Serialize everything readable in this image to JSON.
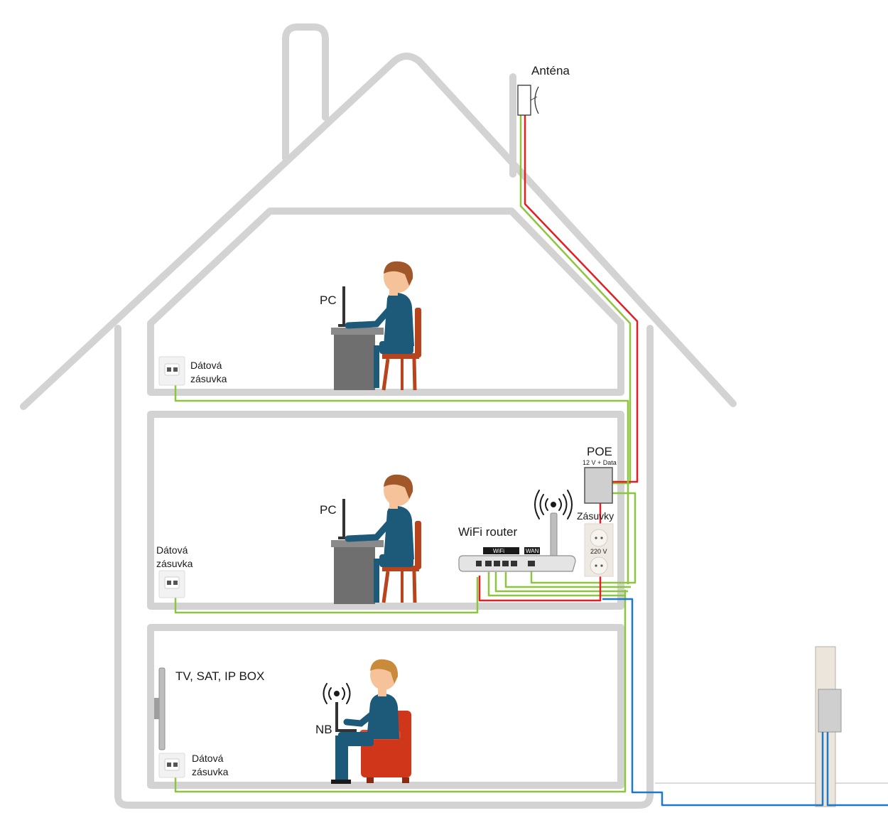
{
  "labels": {
    "antenna": "Anténa",
    "pc_top": "PC",
    "pc_middle": "PC",
    "socket_top": [
      "Dátová",
      "zásuvka"
    ],
    "socket_middle": [
      "Dátová",
      "zásuvka"
    ],
    "socket_bottom": [
      "Dátová",
      "zásuvka"
    ],
    "poe": "POE",
    "poe_sub": "12 V + Data",
    "outlets": "Zásuvky",
    "outlets_voltage": "220 V",
    "router": "WiFi router",
    "router_wifi_ports": "WiFi",
    "router_wan_port": "WAN",
    "tv": "TV, SAT, IP BOX",
    "nb": "NB"
  },
  "colors": {
    "wall": "#d3d3d3",
    "data_cable": "#8cc63f",
    "power_cable": "#e31e24",
    "external_cable": "#1f78c8",
    "shirt": "#1d5a7a",
    "desk": "#7a7a7a",
    "chair": "#b8441e",
    "armchair": "#d0361a",
    "skin": "#f5c29a",
    "hair": "#a0582a"
  }
}
